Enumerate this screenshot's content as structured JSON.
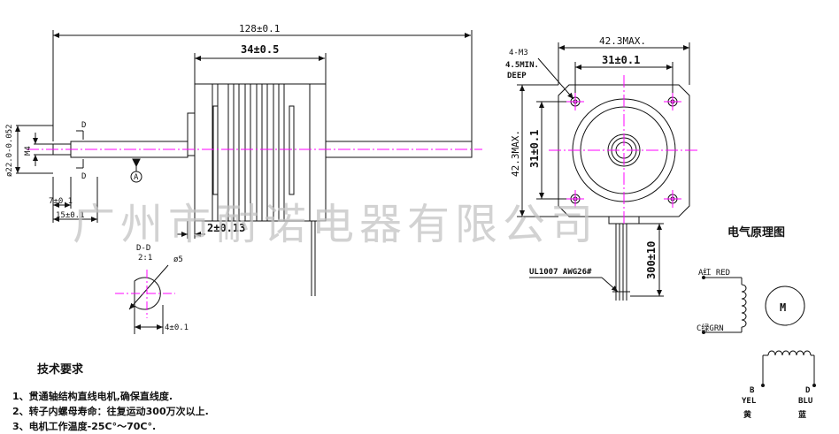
{
  "watermark": "广州市耐诺电器有限公司",
  "side_view": {
    "overall_length": "128±0.1",
    "body_length": "34±0.5",
    "shaft_diameter": "ø22.0-0.052",
    "thread": "M4",
    "section_mark_top": "D",
    "section_mark_bottom": "D",
    "dim_7": "7±0.1",
    "dim_15": "15±0.1",
    "dim_2": "2±0.13",
    "datum": "A"
  },
  "section_view": {
    "title": "D-D",
    "scale": "2:1",
    "diameter": "ø5",
    "width": "4±0.1"
  },
  "front_view": {
    "holes": "4-M3",
    "depth_line1": "4.5MIN.",
    "depth_line2": "DEEP",
    "width_max": "42.3MAX.",
    "hole_spacing_h": "31±0.1",
    "height_max": "42.3MAX.",
    "hole_spacing_v": "31±0.1",
    "cable": "UL1007 AWG26#",
    "lead_length": "300±10"
  },
  "schematic": {
    "title": "电气原理图",
    "motor": "M",
    "pin_a": "A红 RED",
    "pin_c": "C绿GRN",
    "pin_b": "B",
    "pin_b_en": "YEL",
    "pin_b_cn": "黄",
    "pin_d": "D",
    "pin_d_en": "BLU",
    "pin_d_cn": "蓝"
  },
  "notes": {
    "title": "技术要求",
    "items": [
      "1、贯通轴结构直线电机,确保直线度.",
      "2、转子内螺母寿命：往复运动300万次以上.",
      "3、电机工作温度-25C°～70C°."
    ]
  },
  "colors": {
    "centerline": "#ff00ff",
    "line": "#111111",
    "watermark": "#c4c4c4"
  }
}
